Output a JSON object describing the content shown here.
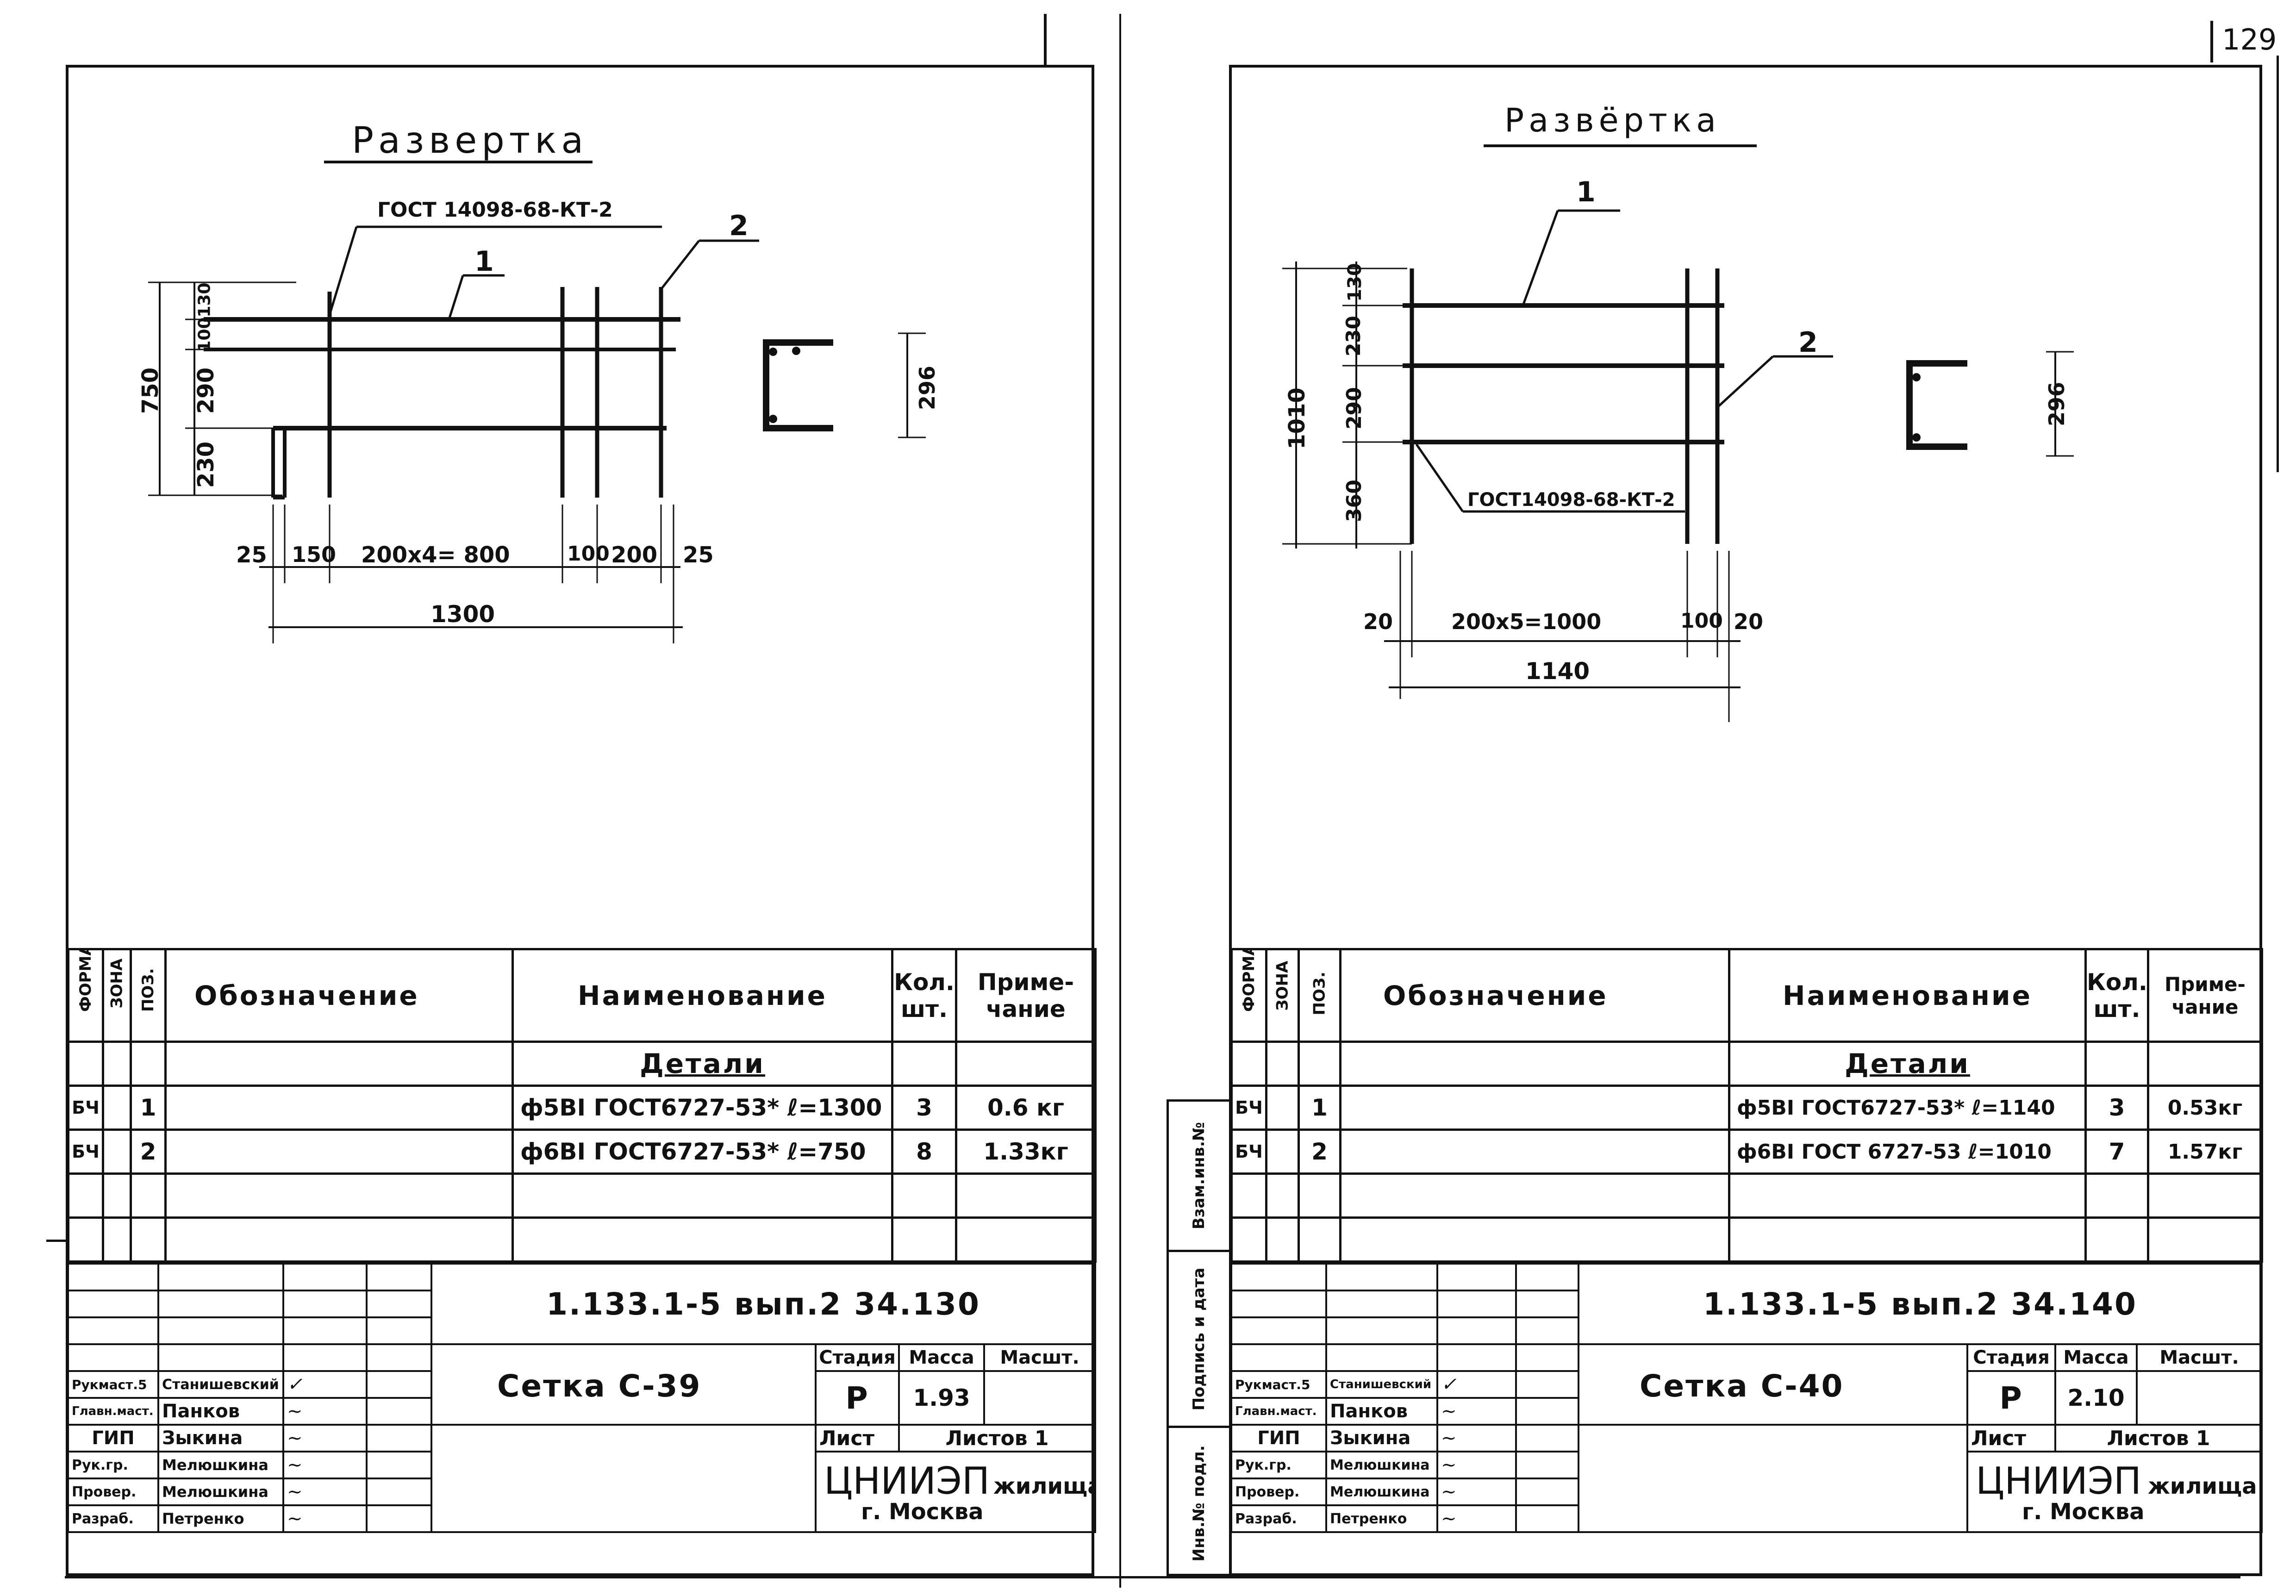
{
  "page_number": "129",
  "left": {
    "heading": "Развертка",
    "gost_ref": "ГОСТ 14098-68-КТ-2",
    "pos1": "1",
    "pos2": "2",
    "dim_v_total": "750",
    "dim_v_a": "130",
    "dim_v_b": "100",
    "dim_v_c": "290",
    "dim_v_d": "230",
    "dim_h_a": "25",
    "dim_h_b": "150",
    "dim_h_c": "200x4= 800",
    "dim_h_d": "100",
    "dim_h_e": "200",
    "dim_h_f": "25",
    "dim_h_total": "1300",
    "section_dim": "296",
    "spec": {
      "col_format": "ФОРМАТ",
      "col_zone": "ЗОНА",
      "col_pos": "ПОЗ.",
      "col_designation": "Обозначение",
      "col_name": "Наименование",
      "col_qty_1": "Кол.",
      "col_qty_2": "шт.",
      "col_note_1": "Приме-",
      "col_note_2": "чание",
      "section": "Детали",
      "rows": [
        {
          "format": "БЧ",
          "pos": "1",
          "name": "ф5ВI ГОСТ6727-53* ℓ=1300",
          "qty": "3",
          "note": "0.6 кг"
        },
        {
          "format": "БЧ",
          "pos": "2",
          "name": "ф6ВI ГОСТ6727-53* ℓ=750",
          "qty": "8",
          "note": "1.33кг"
        }
      ]
    },
    "title_block": {
      "code": "1.133.1-5 вып.2 34.130",
      "title": "Сетка С-39",
      "stage_label": "Стадия",
      "mass_label": "Масса",
      "scale_label": "Масшт.",
      "stage": "Р",
      "mass": "1.93",
      "sheet_label": "Лист",
      "sheets_label": "Листов 1",
      "org": "ЦНИИЭП",
      "org_suffix": "жилища",
      "city": "г. Москва",
      "people": [
        {
          "role": "Рукмаст.5",
          "name": "Станишевский"
        },
        {
          "role": "Главн.маст.",
          "name": "Панков"
        },
        {
          "role": "ГИП",
          "name": "Зыкина"
        },
        {
          "role": "Рук.гр.",
          "name": "Мелюшкина"
        },
        {
          "role": "Провер.",
          "name": "Мелюшкина"
        },
        {
          "role": "Разраб.",
          "name": "Петренко"
        }
      ]
    }
  },
  "right": {
    "heading": "Развёртка",
    "gost_ref": "ГОСТ14098-68-КТ-2",
    "pos1": "1",
    "pos2": "2",
    "dim_v_total": "1010",
    "dim_v_a": "130",
    "dim_v_b": "230",
    "dim_v_c": "290",
    "dim_v_d": "360",
    "dim_h_a": "20",
    "dim_h_c": "200x5=1000",
    "dim_h_d": "100",
    "dim_h_f": "20",
    "dim_h_total": "1140",
    "section_dim": "296",
    "spec": {
      "col_format": "ФОРМАТ",
      "col_zone": "ЗОНА",
      "col_pos": "ПОЗ.",
      "col_designation": "Обозначение",
      "col_name": "Наименование",
      "col_qty_1": "Кол.",
      "col_qty_2": "шт.",
      "col_note_1": "Приме-",
      "col_note_2": "чание",
      "section": "Детали",
      "rows": [
        {
          "format": "БЧ",
          "pos": "1",
          "name": "ф5ВI ГОСТ6727-53* ℓ=1140",
          "qty": "3",
          "note": "0.53кг"
        },
        {
          "format": "БЧ",
          "pos": "2",
          "name": "ф6ВI ГОСТ 6727-53 ℓ=1010",
          "qty": "7",
          "note": "1.57кг"
        }
      ]
    },
    "side_labels": [
      "Инв.№ подл.",
      "Подпись и дата",
      "Взам.инв.№"
    ],
    "title_block": {
      "code": "1.133.1-5 вып.2 34.140",
      "title": "Сетка С-40",
      "stage_label": "Стадия",
      "mass_label": "Масса",
      "scale_label": "Масшт.",
      "stage": "Р",
      "mass": "2.10",
      "sheet_label": "Лист",
      "sheets_label": "Листов 1",
      "org": "ЦНИИЭП",
      "org_suffix": "жилища",
      "city": "г. Москва",
      "people": [
        {
          "role": "Рукмаст.5",
          "name": "Станишевский"
        },
        {
          "role": "Главн.маст.",
          "name": "Панков"
        },
        {
          "role": "ГИП",
          "name": "Зыкина"
        },
        {
          "role": "Рук.гр.",
          "name": "Мелюшкина"
        },
        {
          "role": "Провер.",
          "name": "Мелюшкина"
        },
        {
          "role": "Разраб.",
          "name": "Петренко"
        }
      ]
    }
  }
}
